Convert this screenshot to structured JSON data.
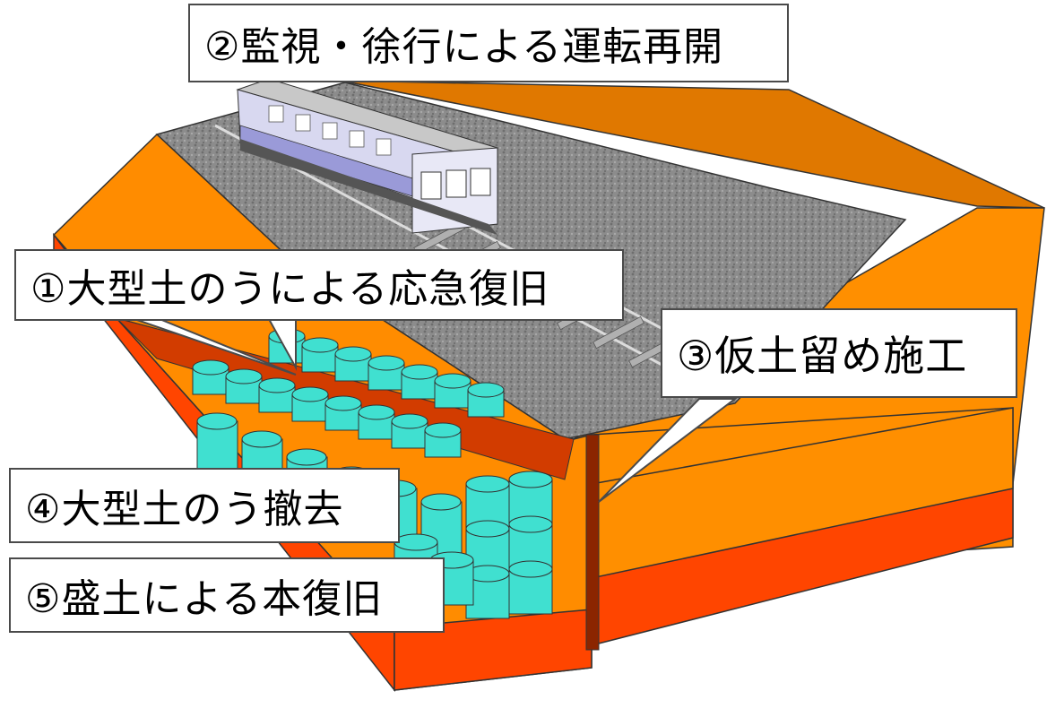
{
  "labels": {
    "step2": "②監視・徐行による運転再開",
    "step1": "①大型土のうによる応急復旧",
    "step3": "③仮土留め施工",
    "step4": "④大型土のう撤去",
    "step5": "⑤盛土による本復旧"
  },
  "colors": {
    "embankment_face": "#ff8c00",
    "embankment_side": "#d96f00",
    "embankment_base": "#ff4500",
    "retaining_wall": "#8b2500",
    "sandbag": "#40e0d0",
    "ballast": "#8a8a8a",
    "train_body": "#d8d8f0",
    "train_stripe": "#9a9ad8"
  },
  "icons": [
    "train-illustration",
    "sandbag-stack",
    "retaining-wall"
  ]
}
